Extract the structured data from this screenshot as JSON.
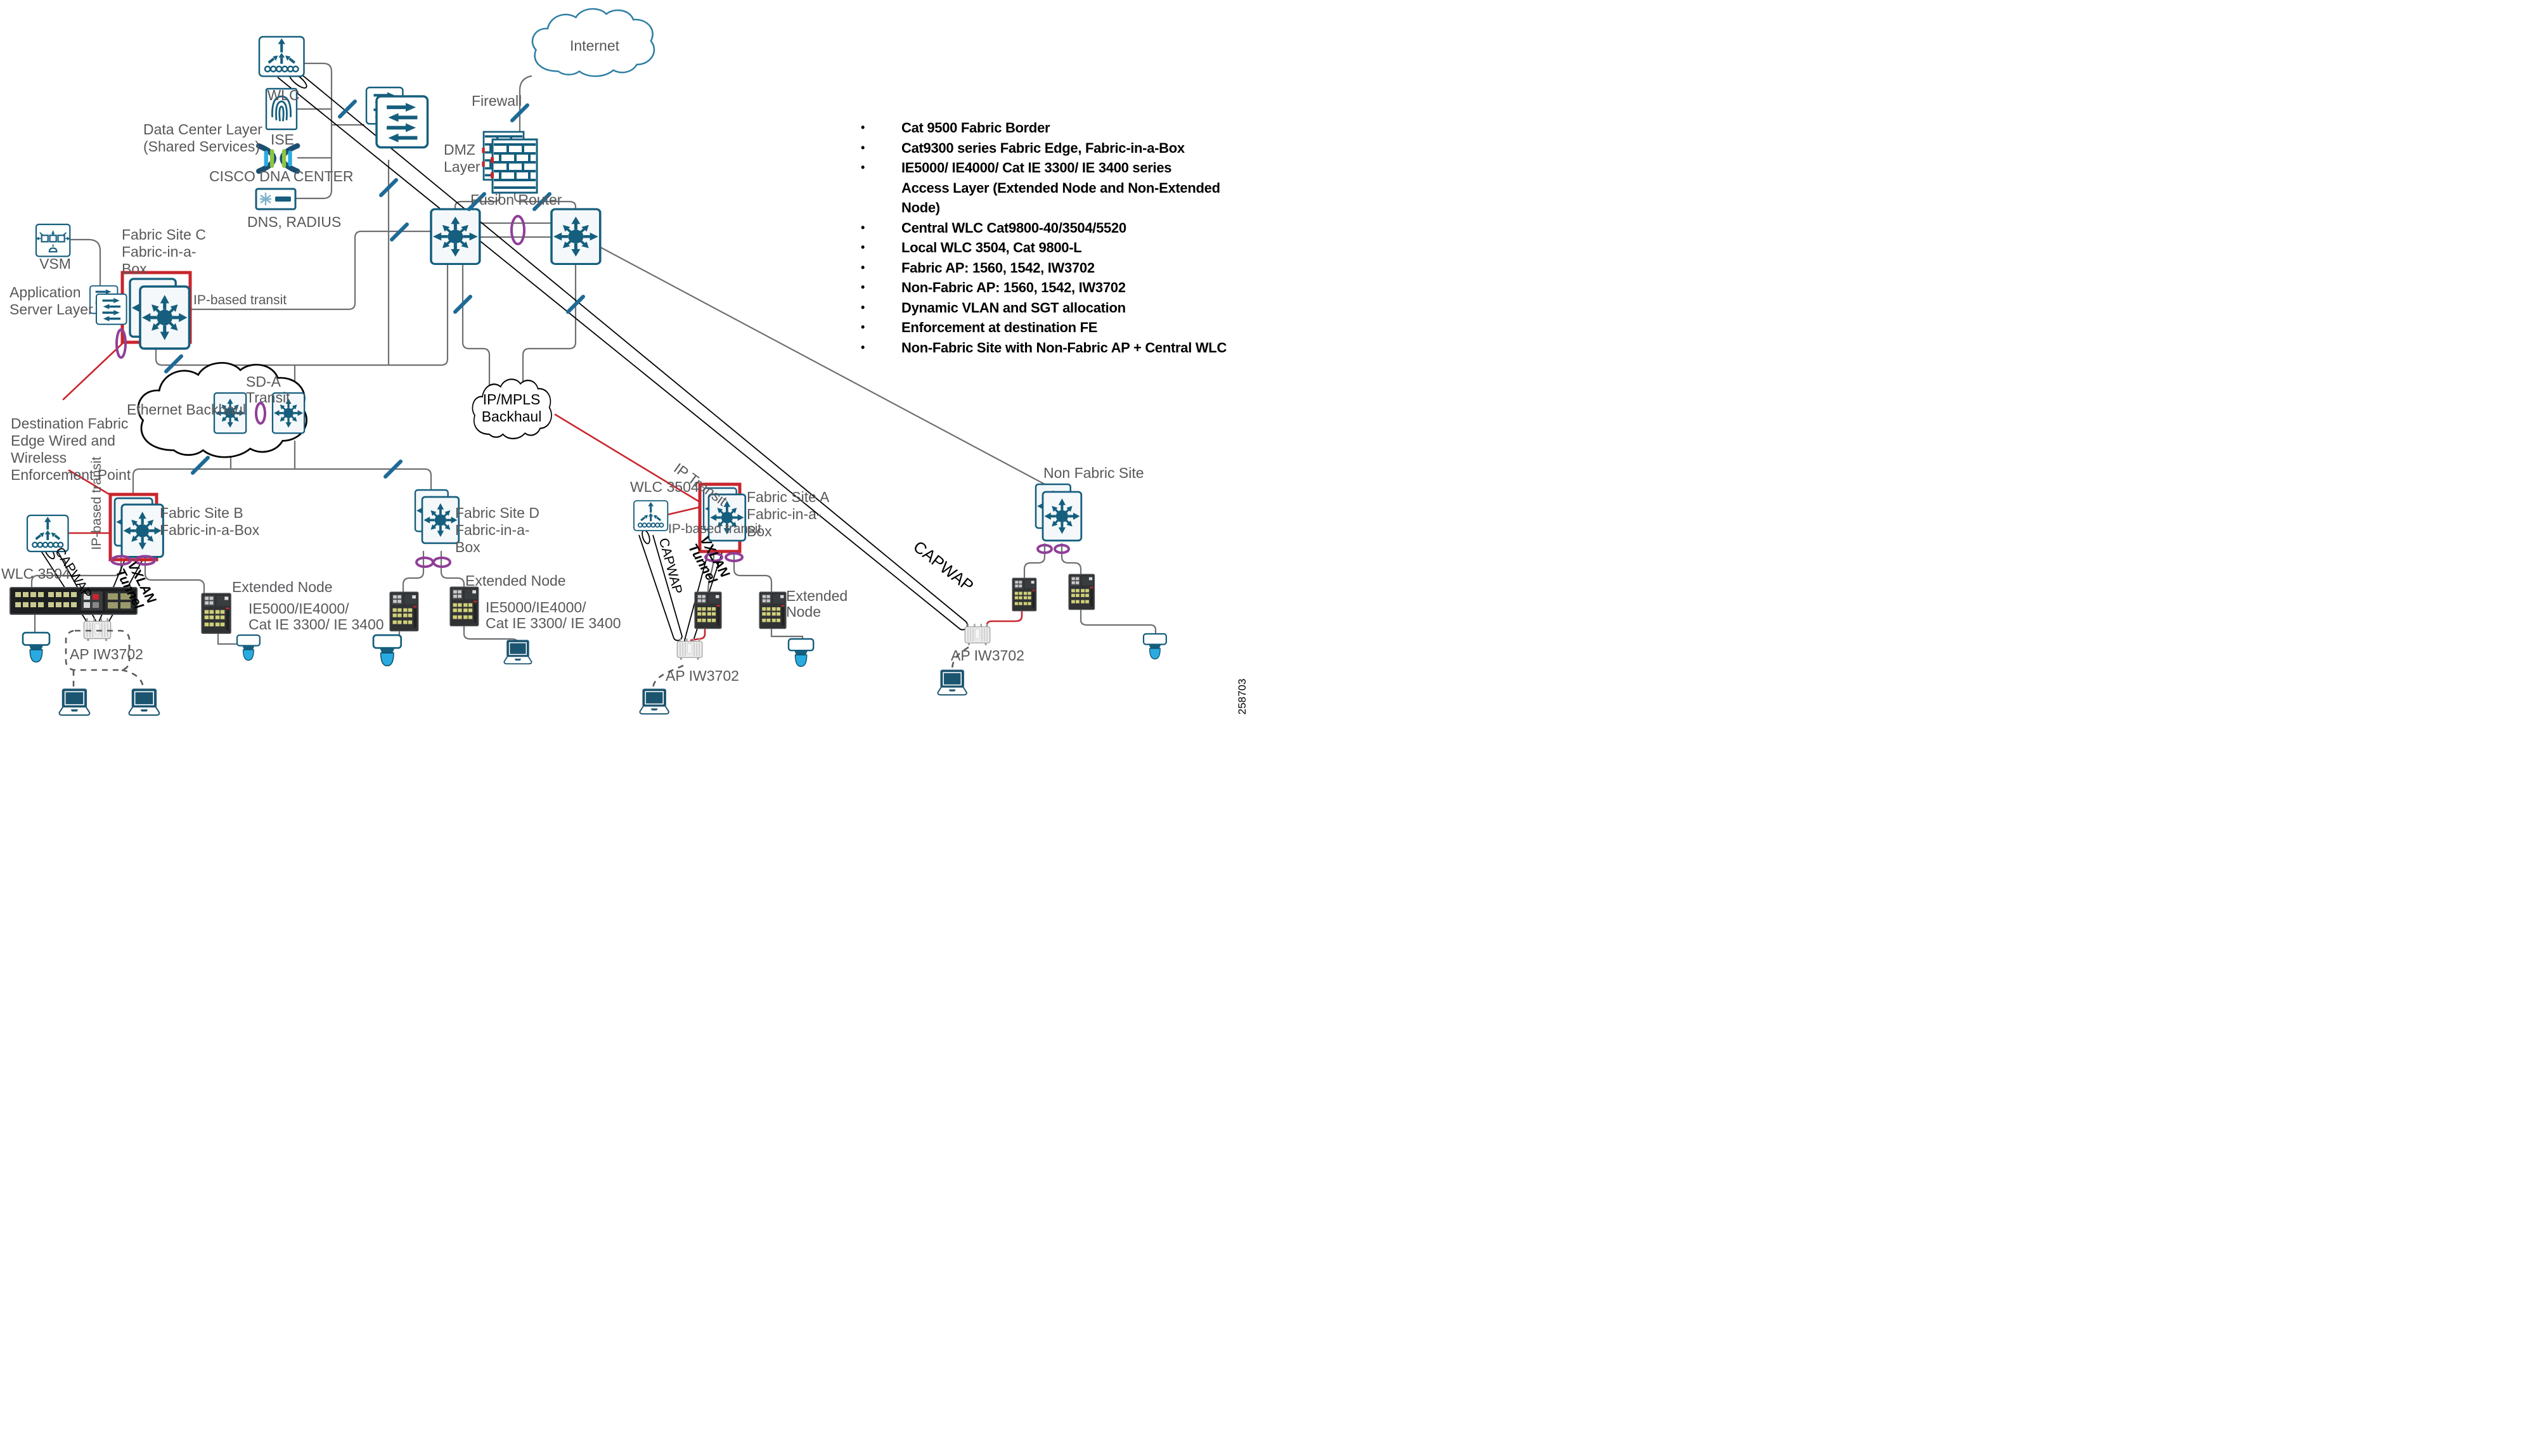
{
  "figure_number": "258703",
  "colors": {
    "icon_blue": "#155e7d",
    "red_accent": "#c9252d",
    "purple_ring": "#8f3f97",
    "gray_text": "#58585b",
    "black_text": "#000000",
    "camera_cyan": "#29abe2",
    "connector_gray": "#6e6f72",
    "internet_cloud_stroke": "#2e7fa3"
  },
  "bullets": [
    "Cat 9500 Fabric Border",
    "Cat9300 series Fabric Edge,  Fabric-in-a-Box",
    "IE5000/ IE4000/ Cat IE 3300/ IE 3400 series",
    "Access Layer (Extended Node and Non-Extended Node)",
    "Central WLC Cat9800-40/3504/5520",
    "Local WLC 3504, Cat 9800-L",
    "Fabric AP: 1560, 1542, IW3702",
    "Non-Fabric AP: 1560, 1542, IW3702",
    "Dynamic VLAN and SGT allocation",
    "Enforcement at destination FE",
    "Non-Fabric Site with Non-Fabric AP + Central WLC"
  ],
  "labels": {
    "wlc": "WLC",
    "ise": "ISE",
    "data_center": [
      "Data Center Layer",
      "(Shared Services)"
    ],
    "dna": "CISCO DNA CENTER",
    "dns": "DNS, RADIUS",
    "internet": "Internet",
    "firewall": "Firewall",
    "dmz": [
      "DMZ",
      "Layer"
    ],
    "fusion": "Fusion Router",
    "vsm": "VSM",
    "fabric_c": [
      "Fabric Site C",
      "Fabric-in-a-",
      "Box"
    ],
    "app_layer": [
      "Application",
      "Server Layer"
    ],
    "ip_based_transit_c": "IP-based transit",
    "dest_fe": [
      "Destination Fabric",
      "Edge Wired and",
      "Wireless",
      "Enforcement Point"
    ],
    "ethernet_backhaul": "Ethernet Backhaul",
    "sda_transit": [
      "SD-A",
      "Transit"
    ],
    "ip_mpls": [
      "IP/MPLS",
      "Backhaul"
    ],
    "fabric_b": [
      "Fabric Site B",
      "Fabric-in-a-Box"
    ],
    "ip_based_transit_b": "IP-based transit",
    "wlc3504_left": "WLC 3504",
    "capwap_left": "CAPWAP",
    "vxlan_left": [
      "VXLAN",
      "Tunnel"
    ],
    "extended_b": "Extended Node",
    "ie_model_b": [
      "IE5000/IE4000/",
      "Cat IE 3300/ IE 3400"
    ],
    "ap_left": "AP IW3702",
    "fabric_d": [
      "Fabric Site D",
      "Fabric-in-a-",
      "Box"
    ],
    "extended_d": "Extended Node",
    "ie_model_d": [
      "IE5000/IE4000/",
      "Cat IE 3300/ IE 3400"
    ],
    "wlc3504_mid": "WLC 3504",
    "ip_transit": "IP Transit",
    "ip_based_transit_a": "IP-based transit",
    "fabric_a": [
      "Fabric Site A",
      "Fabric-in-a-",
      "Box"
    ],
    "capwap_mid": "CAPWAP",
    "vxlan_mid": [
      "VXLAN",
      "Tunnel"
    ],
    "extended_a": [
      "Extended",
      "Node"
    ],
    "ap_mid": "AP IW3702",
    "non_fabric": "Non Fabric Site",
    "capwap_right": "CAPWAP",
    "ap_right": "AP IW3702"
  }
}
